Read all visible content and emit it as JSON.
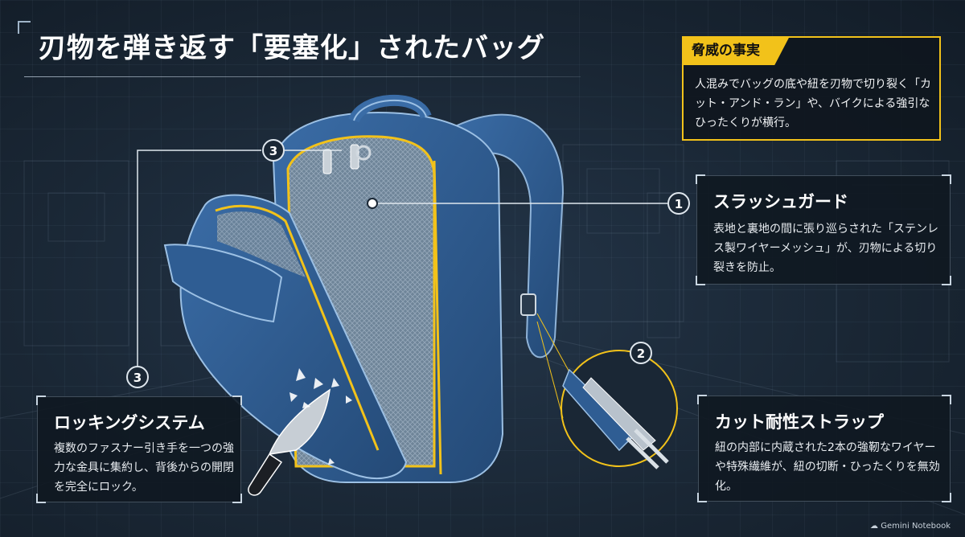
{
  "title": "刃物を弾き返す「要塞化」されたバッグ",
  "threat": {
    "heading": "脅威の事実",
    "body": "人混みでバッグの底や紐を刃物で切り裂く「カット・アンド・ラン」や、バイクによる強引なひったくりが横行。"
  },
  "callouts": [
    {
      "number": "1",
      "title": "スラッシュガード",
      "body": "表地と裏地の間に張り巡らされた「ステンレス製ワイヤーメッシュ」が、刃物による切り裂きを防止。"
    },
    {
      "number": "2",
      "title": "カット耐性ストラップ",
      "body": "紐の内部に内蔵された2本の強靭なワイヤーや特殊繊維が、紐の切断・ひったくりを無効化。"
    },
    {
      "number": "3",
      "title": "ロッキングシステム",
      "body": "複数のファスナー引き手を一つの強力な金具に集約し、背後からの開閉を完全にロック。"
    }
  ],
  "footer": "Gemini Notebook",
  "colors": {
    "background": "#1a2735",
    "accent": "#f2c21a",
    "bag_blue": "#2f5d93",
    "line": "#dfe7ee"
  }
}
